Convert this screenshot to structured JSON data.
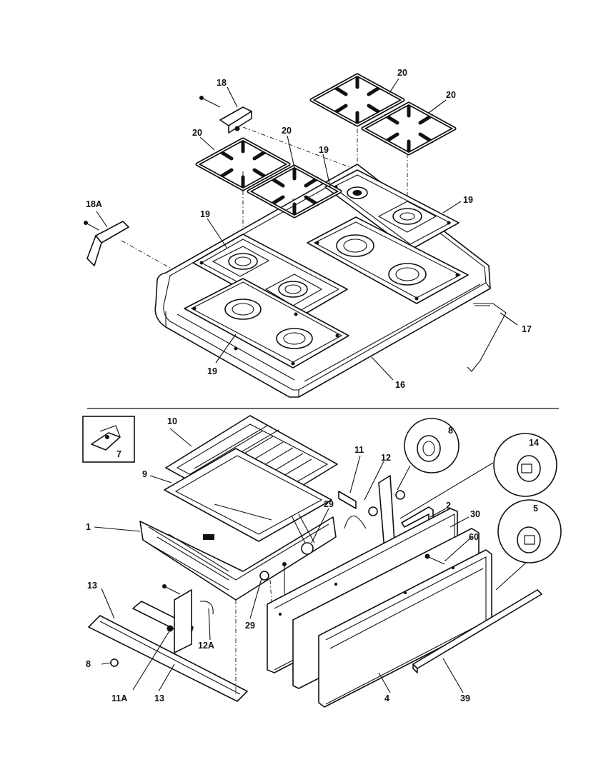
{
  "header": {
    "left_text": "",
    "right_text": ""
  },
  "callouts": {
    "c18": "18",
    "c20a": "20",
    "c20b": "20",
    "c20c": "20",
    "c20d": "20",
    "c19a": "19",
    "c19b": "19",
    "c19c": "19",
    "c19d": "19",
    "c18a": "18A",
    "c17": "17",
    "c16": "16",
    "c7": "7",
    "c10": "10",
    "c9": "9",
    "c1": "1",
    "c11": "11",
    "c12": "12",
    "c8a": "8",
    "c14": "14",
    "c2": "2",
    "c30": "30",
    "c60": "60",
    "c5": "5",
    "c29a": "29",
    "c29b": "29",
    "c13a": "13",
    "c12a": "12A",
    "c8b": "8",
    "c11a": "11A",
    "c13b": "13",
    "c4": "4",
    "c39": "39"
  }
}
